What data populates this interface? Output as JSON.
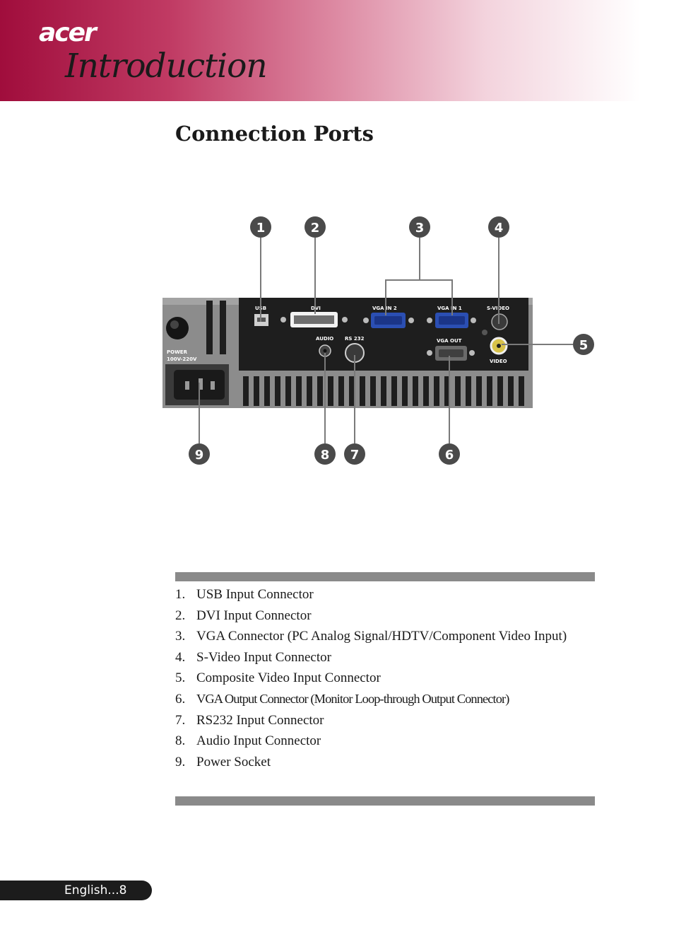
{
  "header": {
    "brand": "acer",
    "section": "Introduction"
  },
  "page_heading": "Connection Ports",
  "figure": {
    "panel_labels": {
      "usb": "USB",
      "dvi": "DVI",
      "vga_in_2": "VGA IN 2",
      "vga_in_1": "VGA IN 1",
      "s_video": "S-VIDEO",
      "audio": "AUDIO",
      "rs232": "RS 232",
      "vga_out": "VGA OUT",
      "video": "VIDEO",
      "power_1": "POWER",
      "power_2": "100V-220V"
    },
    "callouts": [
      "1",
      "2",
      "3",
      "4",
      "5",
      "6",
      "7",
      "8",
      "9"
    ]
  },
  "ports": [
    {
      "num": "1.",
      "label": "USB Input Connector"
    },
    {
      "num": "2.",
      "label": "DVI Input Connector"
    },
    {
      "num": "3.",
      "label": "VGA Connector (PC Analog Signal/HDTV/Component Video Input)"
    },
    {
      "num": "4.",
      "label": "S-Video Input Connector"
    },
    {
      "num": "5.",
      "label": "Composite Video Input Connector"
    },
    {
      "num": "6.",
      "label": "VGA Output Connector (Monitor Loop-through Output Connector)"
    },
    {
      "num": "7.",
      "label": "RS232 Input Connector"
    },
    {
      "num": "8.",
      "label": "Audio Input Connector"
    },
    {
      "num": "9.",
      "label": "Power Socket"
    }
  ],
  "footer": {
    "page_label": "English...8"
  },
  "colors": {
    "header_start": "#a00d3c",
    "header_end": "#ffffff",
    "rule": "#8a8a8a",
    "callout_badge": "#4a4a4a",
    "panel_black": "#1e1e1e",
    "panel_grey": "#8c8c8c",
    "vga_blue": "#2b4fb3"
  }
}
